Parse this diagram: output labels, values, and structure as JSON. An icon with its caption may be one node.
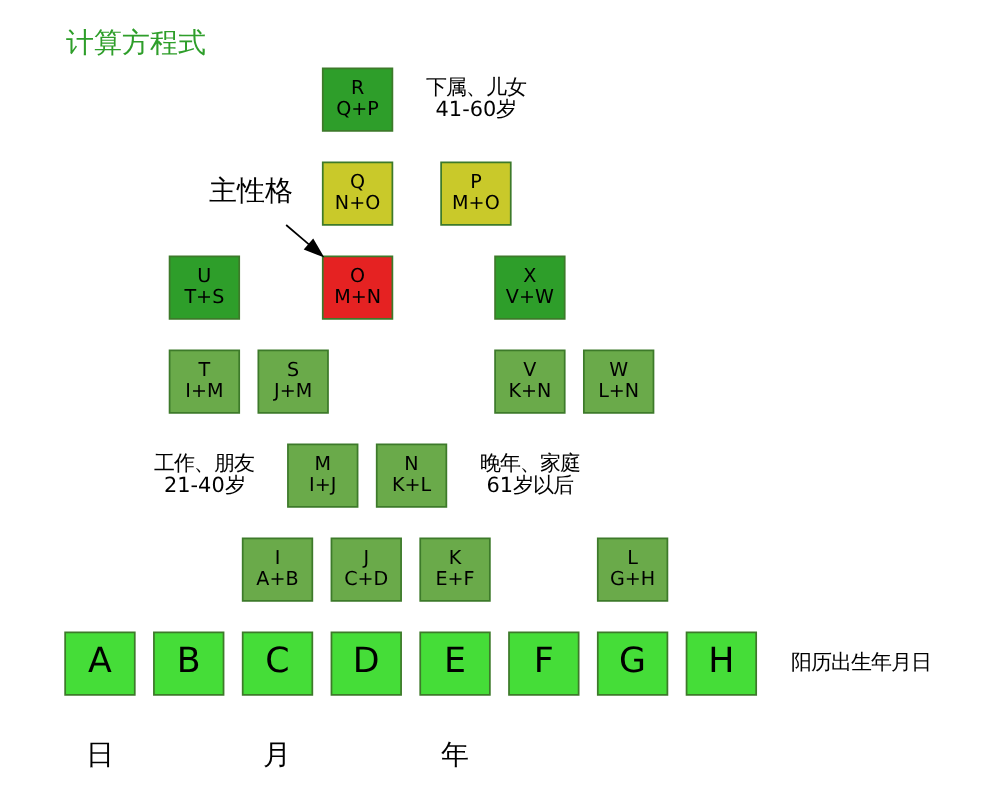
{
  "diagram": {
    "title": "计算方程式",
    "nodes": [
      {
        "text": [
          "R",
          "Q+P"
        ]
      },
      {
        "text": [
          "Q",
          "N+O"
        ]
      },
      {
        "text": [
          "P",
          "M+O"
        ]
      },
      {
        "text": [
          "主性格"
        ]
      },
      {
        "text": [
          "U",
          "T+S"
        ]
      },
      {
        "text": [
          "X",
          "V+W"
        ]
      },
      {
        "text": [
          "O",
          "M+N"
        ]
      },
      {
        "text": [
          "T",
          "I+M"
        ]
      },
      {
        "text": [
          "S",
          "J+M"
        ]
      },
      {
        "text": [
          "V",
          "K+N"
        ]
      },
      {
        "text": [
          "W",
          "L+N"
        ]
      },
      {
        "text": [
          "M",
          "I+J"
        ]
      },
      {
        "text": [
          "N",
          "K+L"
        ]
      },
      {
        "text": [
          "I",
          "A+B"
        ]
      },
      {
        "text": [
          "J",
          "C+D"
        ]
      },
      {
        "text": [
          "K",
          "E+F"
        ]
      },
      {
        "text": [
          "L",
          "G+H"
        ]
      },
      {
        "text": [
          "A"
        ]
      },
      {
        "text": [
          "B"
        ]
      },
      {
        "text": [
          "C"
        ]
      },
      {
        "text": [
          "D"
        ]
      },
      {
        "text": [
          "E"
        ]
      },
      {
        "text": [
          "F"
        ]
      },
      {
        "text": [
          "G"
        ]
      },
      {
        "text": [
          "H"
        ]
      }
    ],
    "edges": [
      {
        "from": 3,
        "to": 6,
        "arrow": "to"
      }
    ],
    "labels": [
      "下属、儿女 41-60岁",
      "工作、朋友 21-40岁",
      "晚年、家庭 61岁以后",
      "阳历出生年月日",
      "日",
      "月",
      "年"
    ]
  }
}
